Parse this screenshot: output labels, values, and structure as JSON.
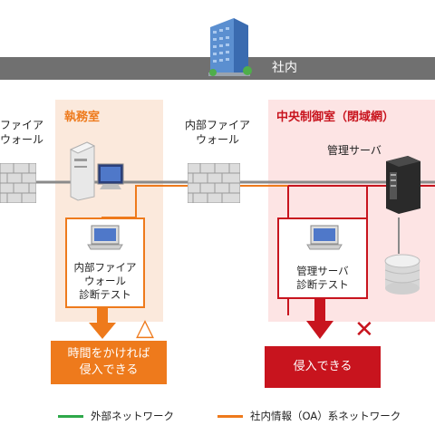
{
  "corporate_bar": {
    "label": "社内"
  },
  "zones": {
    "office": {
      "title": "執務室"
    },
    "central": {
      "title": "中央制御室（閉域網）"
    }
  },
  "labels": {
    "left_firewall": "ファイア\nウォール",
    "internal_firewall": "内部ファイア\nウォール",
    "mgmt_server": "管理サーバ"
  },
  "tests": {
    "office_test": "内部ファイア\nウォール\n診断テスト",
    "central_test": "管理サーバ\n診断テスト"
  },
  "results": {
    "office_result": "時間をかければ\n侵入できる",
    "central_result": "侵入できる"
  },
  "result_marks": {
    "office": "△",
    "central": "✕"
  },
  "legend": [
    {
      "label": "外部ネットワーク",
      "color": "#2ea84a"
    },
    {
      "label": "社内情報（OA）系ネットワーク",
      "color": "#ee7a1c"
    }
  ],
  "colors": {
    "office_zone": "#fbe9dc",
    "central_zone": "#fde4e4",
    "orange": "#ee7a1c",
    "red": "#c8141e",
    "corporate_bar": "#707070"
  }
}
